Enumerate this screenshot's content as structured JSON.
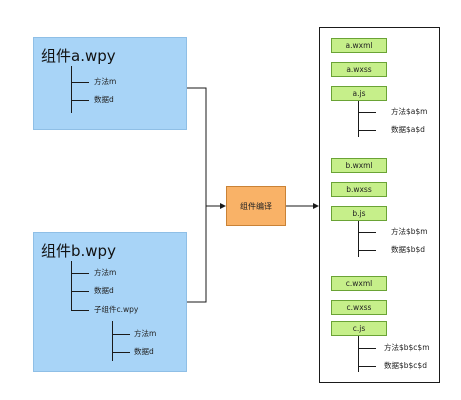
{
  "component_a": {
    "title": "组件a.wpy",
    "items": [
      "方法m",
      "数据d"
    ]
  },
  "component_b": {
    "title": "组件b.wpy",
    "items": [
      "方法m",
      "数据d",
      "子组件c.wpy"
    ],
    "child_items": [
      "方法m",
      "数据d"
    ]
  },
  "compiler": {
    "label": "组件编译"
  },
  "output": {
    "groups": [
      {
        "wxml": "a.wxml",
        "wxss": "a.wxss",
        "js": "a.js",
        "js_items": [
          "方法$a$m",
          "数据$a$d"
        ]
      },
      {
        "wxml": "b.wxml",
        "wxss": "b.wxss",
        "js": "b.js",
        "js_items": [
          "方法$b$m",
          "数据$b$d"
        ]
      },
      {
        "wxml": "c.wxml",
        "wxss": "c.wxss",
        "js": "c.js",
        "js_items": [
          "方法$b$c$m",
          "数据$b$c$d"
        ]
      }
    ]
  },
  "colors": {
    "component_fill": "#a8d4f7",
    "compiler_fill": "#f9b267",
    "file_fill": "#c6ef8a",
    "file_border": "#6aa335"
  }
}
